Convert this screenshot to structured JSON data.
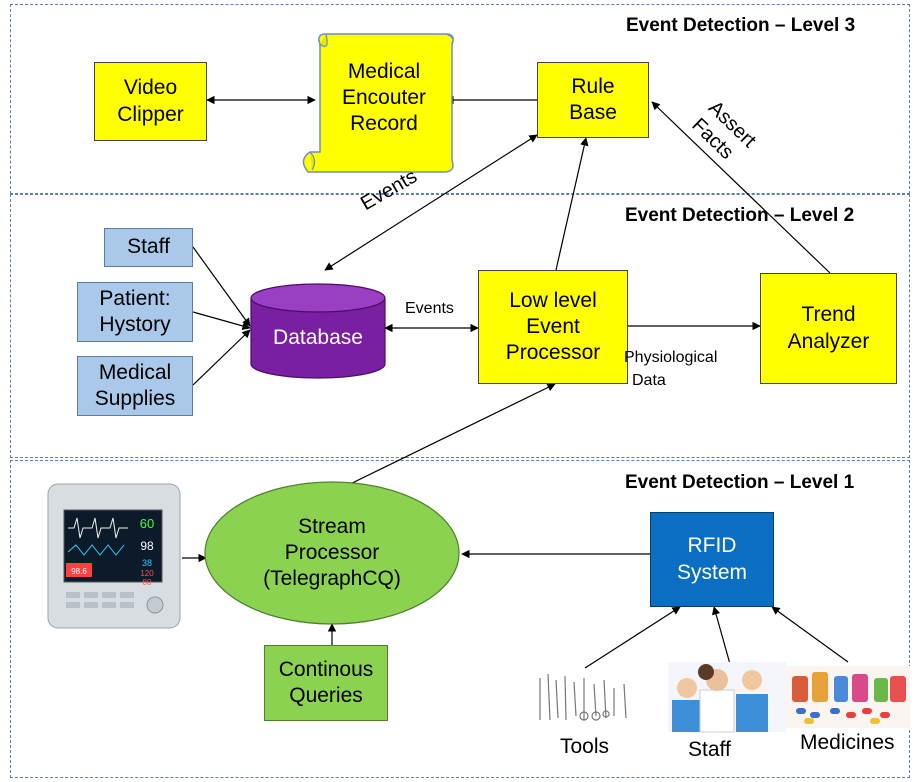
{
  "levels": {
    "level3": "Event Detection – Level 3",
    "level2": "Event Detection – Level 2",
    "level1": "Event Detection – Level 1"
  },
  "nodes": {
    "video_clipper": [
      "Video",
      "Clipper"
    ],
    "medical_record": [
      "Medical",
      "Encouter",
      "Record"
    ],
    "rule_base": [
      "Rule",
      "Base"
    ],
    "staff_source": "Staff",
    "patient_history": [
      "Patient:",
      "Hystory"
    ],
    "medical_supplies": [
      "Medical",
      "Supplies"
    ],
    "database": "Database",
    "low_level_processor": [
      "Low level",
      "Event",
      "Processor"
    ],
    "trend_analyzer": [
      "Trend",
      "Analyzer"
    ],
    "stream_processor": [
      "Stream",
      "Processor",
      "(TelegraphCQ)"
    ],
    "continous_queries": [
      "Continous",
      "Queries"
    ],
    "rfid_system": [
      "RFID",
      "System"
    ]
  },
  "edge_labels": {
    "events_diag": "Events",
    "events_db": "Events",
    "assert_facts": [
      "Assert",
      "Facts"
    ],
    "physiological": [
      "Physiological",
      "Data"
    ]
  },
  "captions": {
    "tools": "Tools",
    "staff": "Staff",
    "medicines": "Medicines"
  },
  "monitor_display": {
    "hr": "60",
    "spo2": "98",
    "resp": "38",
    "temp": "98.6",
    "bp_sys": "120",
    "bp_dia": "80"
  },
  "colors": {
    "yellow_box": "#ffff00",
    "blue_box": "#a9c8ea",
    "database": "#7a1fa2",
    "stream_ellipse": "#8bd250",
    "rfid": "#0a6fc2",
    "zone_border": "#5b7fb5"
  }
}
